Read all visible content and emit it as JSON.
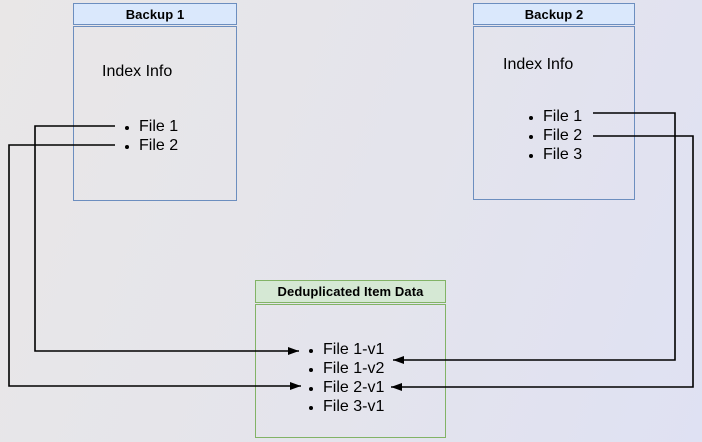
{
  "colors": {
    "backup_header_fill": "#dae8fc",
    "backup_border": "#6c8ebf",
    "dedup_header_fill": "#d5e8d4",
    "dedup_border": "#82b366",
    "arrow": "#000000",
    "text": "#000000",
    "background_left": "#e9e7e7",
    "background_right": "#dfe1f3"
  },
  "backup1": {
    "title": "Backup 1",
    "section_label": "Index Info",
    "files": [
      "File 1",
      "File 2"
    ]
  },
  "backup2": {
    "title": "Backup 2",
    "section_label": "Index Info",
    "files": [
      "File 1",
      "File 2",
      "File 3"
    ]
  },
  "dedup": {
    "title": "Deduplicated Item Data",
    "items": [
      "File 1-v1",
      "File 1-v2",
      "File 2-v1",
      "File 3-v1"
    ]
  },
  "connections": [
    {
      "from": "Backup 1 / File 1",
      "to": "Deduplicated Item Data / File 1-v1"
    },
    {
      "from": "Backup 1 / File 2",
      "to": "Deduplicated Item Data / File 2-v1"
    },
    {
      "from": "Backup 2 / File 1",
      "to": "Deduplicated Item Data / File 1-v2"
    },
    {
      "from": "Backup 2 / File 2",
      "to": "Deduplicated Item Data / File 2-v1"
    }
  ]
}
